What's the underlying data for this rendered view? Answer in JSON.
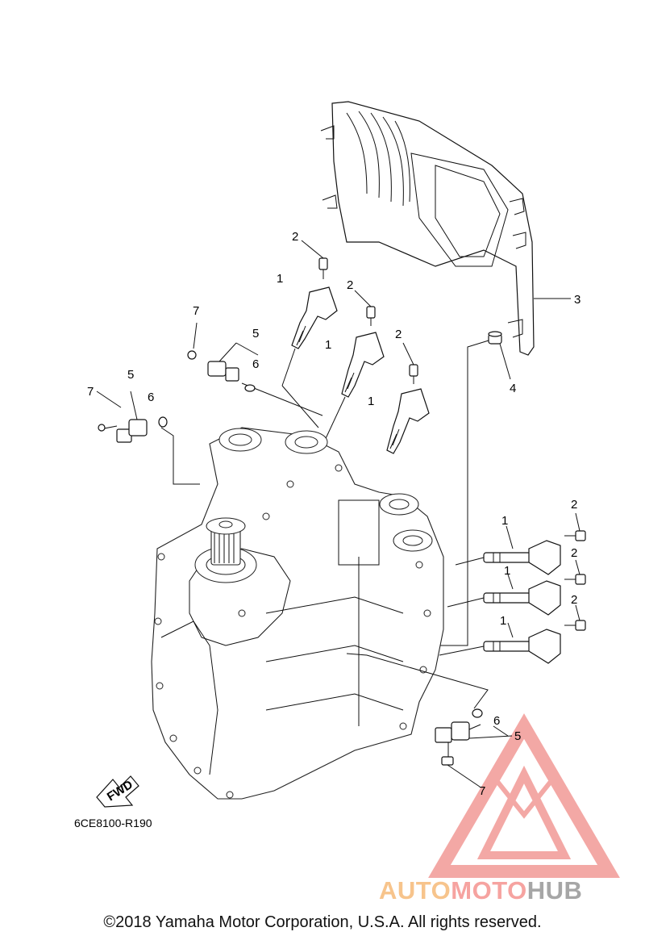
{
  "diagram": {
    "code": "6CE8100-R190",
    "fwd_label": "FWD",
    "callouts": {
      "ignition_coil": "1",
      "bolt": "2",
      "cover": "3",
      "grommet": "4",
      "sensor": "5",
      "o_ring": "6",
      "sensor_bolt": "7"
    }
  },
  "watermark": {
    "part1": "AUTO",
    "part2": "MOTO",
    "part3": "HUB",
    "colors": {
      "auto": "#f7c48c",
      "moto": "#f6a3a0",
      "hub": "#a6a6a6",
      "triangle": "#f08c88"
    }
  },
  "footer": {
    "copyright": "©2018 Yamaha Motor Corporation, U.S.A. All rights reserved."
  }
}
